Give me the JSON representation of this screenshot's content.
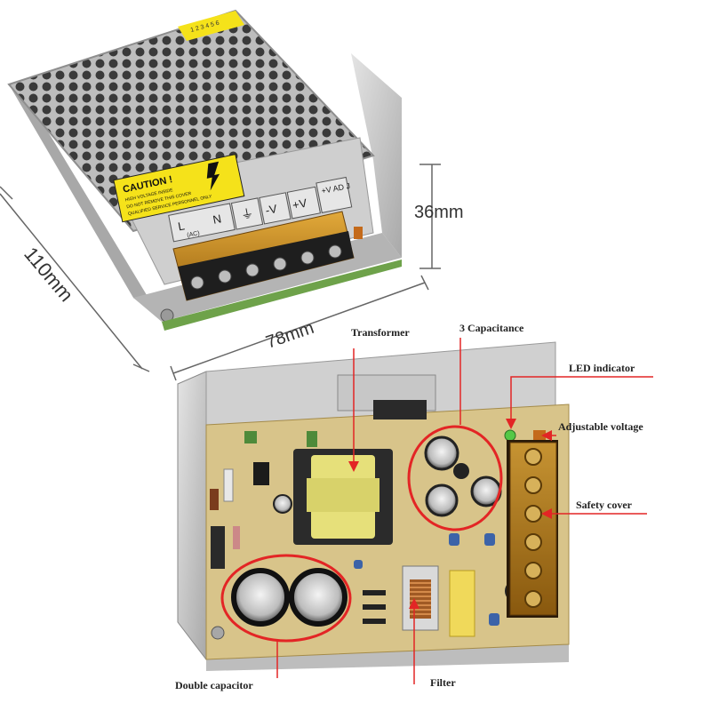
{
  "dimensions": {
    "depth": "110mm",
    "width": "78mm",
    "height": "36mm"
  },
  "product_label": {
    "caution_title": "CAUTION !",
    "caution_lines": [
      "HIGH VOLTAGE INSIDE",
      "DO NOT REMOVE THIS COVER",
      "QUALIFIED SERVICE PERSONNEL ONLY"
    ],
    "terminal_labels": [
      "L",
      "N",
      "⏚",
      "-V",
      "+V",
      "+V\nAD J"
    ],
    "terminal_ac_note": "(AC)",
    "top_sticker": "1 2 3 4 5 6"
  },
  "callouts": {
    "transformer": "Transformer",
    "capacitance": "3 Capacitance",
    "led_indicator": "LED indicator",
    "adjustable_voltage": "Adjustable voltage",
    "safety_cover": "Safety cover",
    "double_capacitor": "Double capacitor",
    "filter": "Filter"
  },
  "colors": {
    "callout_ring": "#e32525",
    "metal": "#c9c9c9",
    "pcb": "#d8c48a",
    "transformer_core": "#e6e07a",
    "terminal_amber": "#c98a17",
    "caution_yellow": "#f5e21a"
  }
}
